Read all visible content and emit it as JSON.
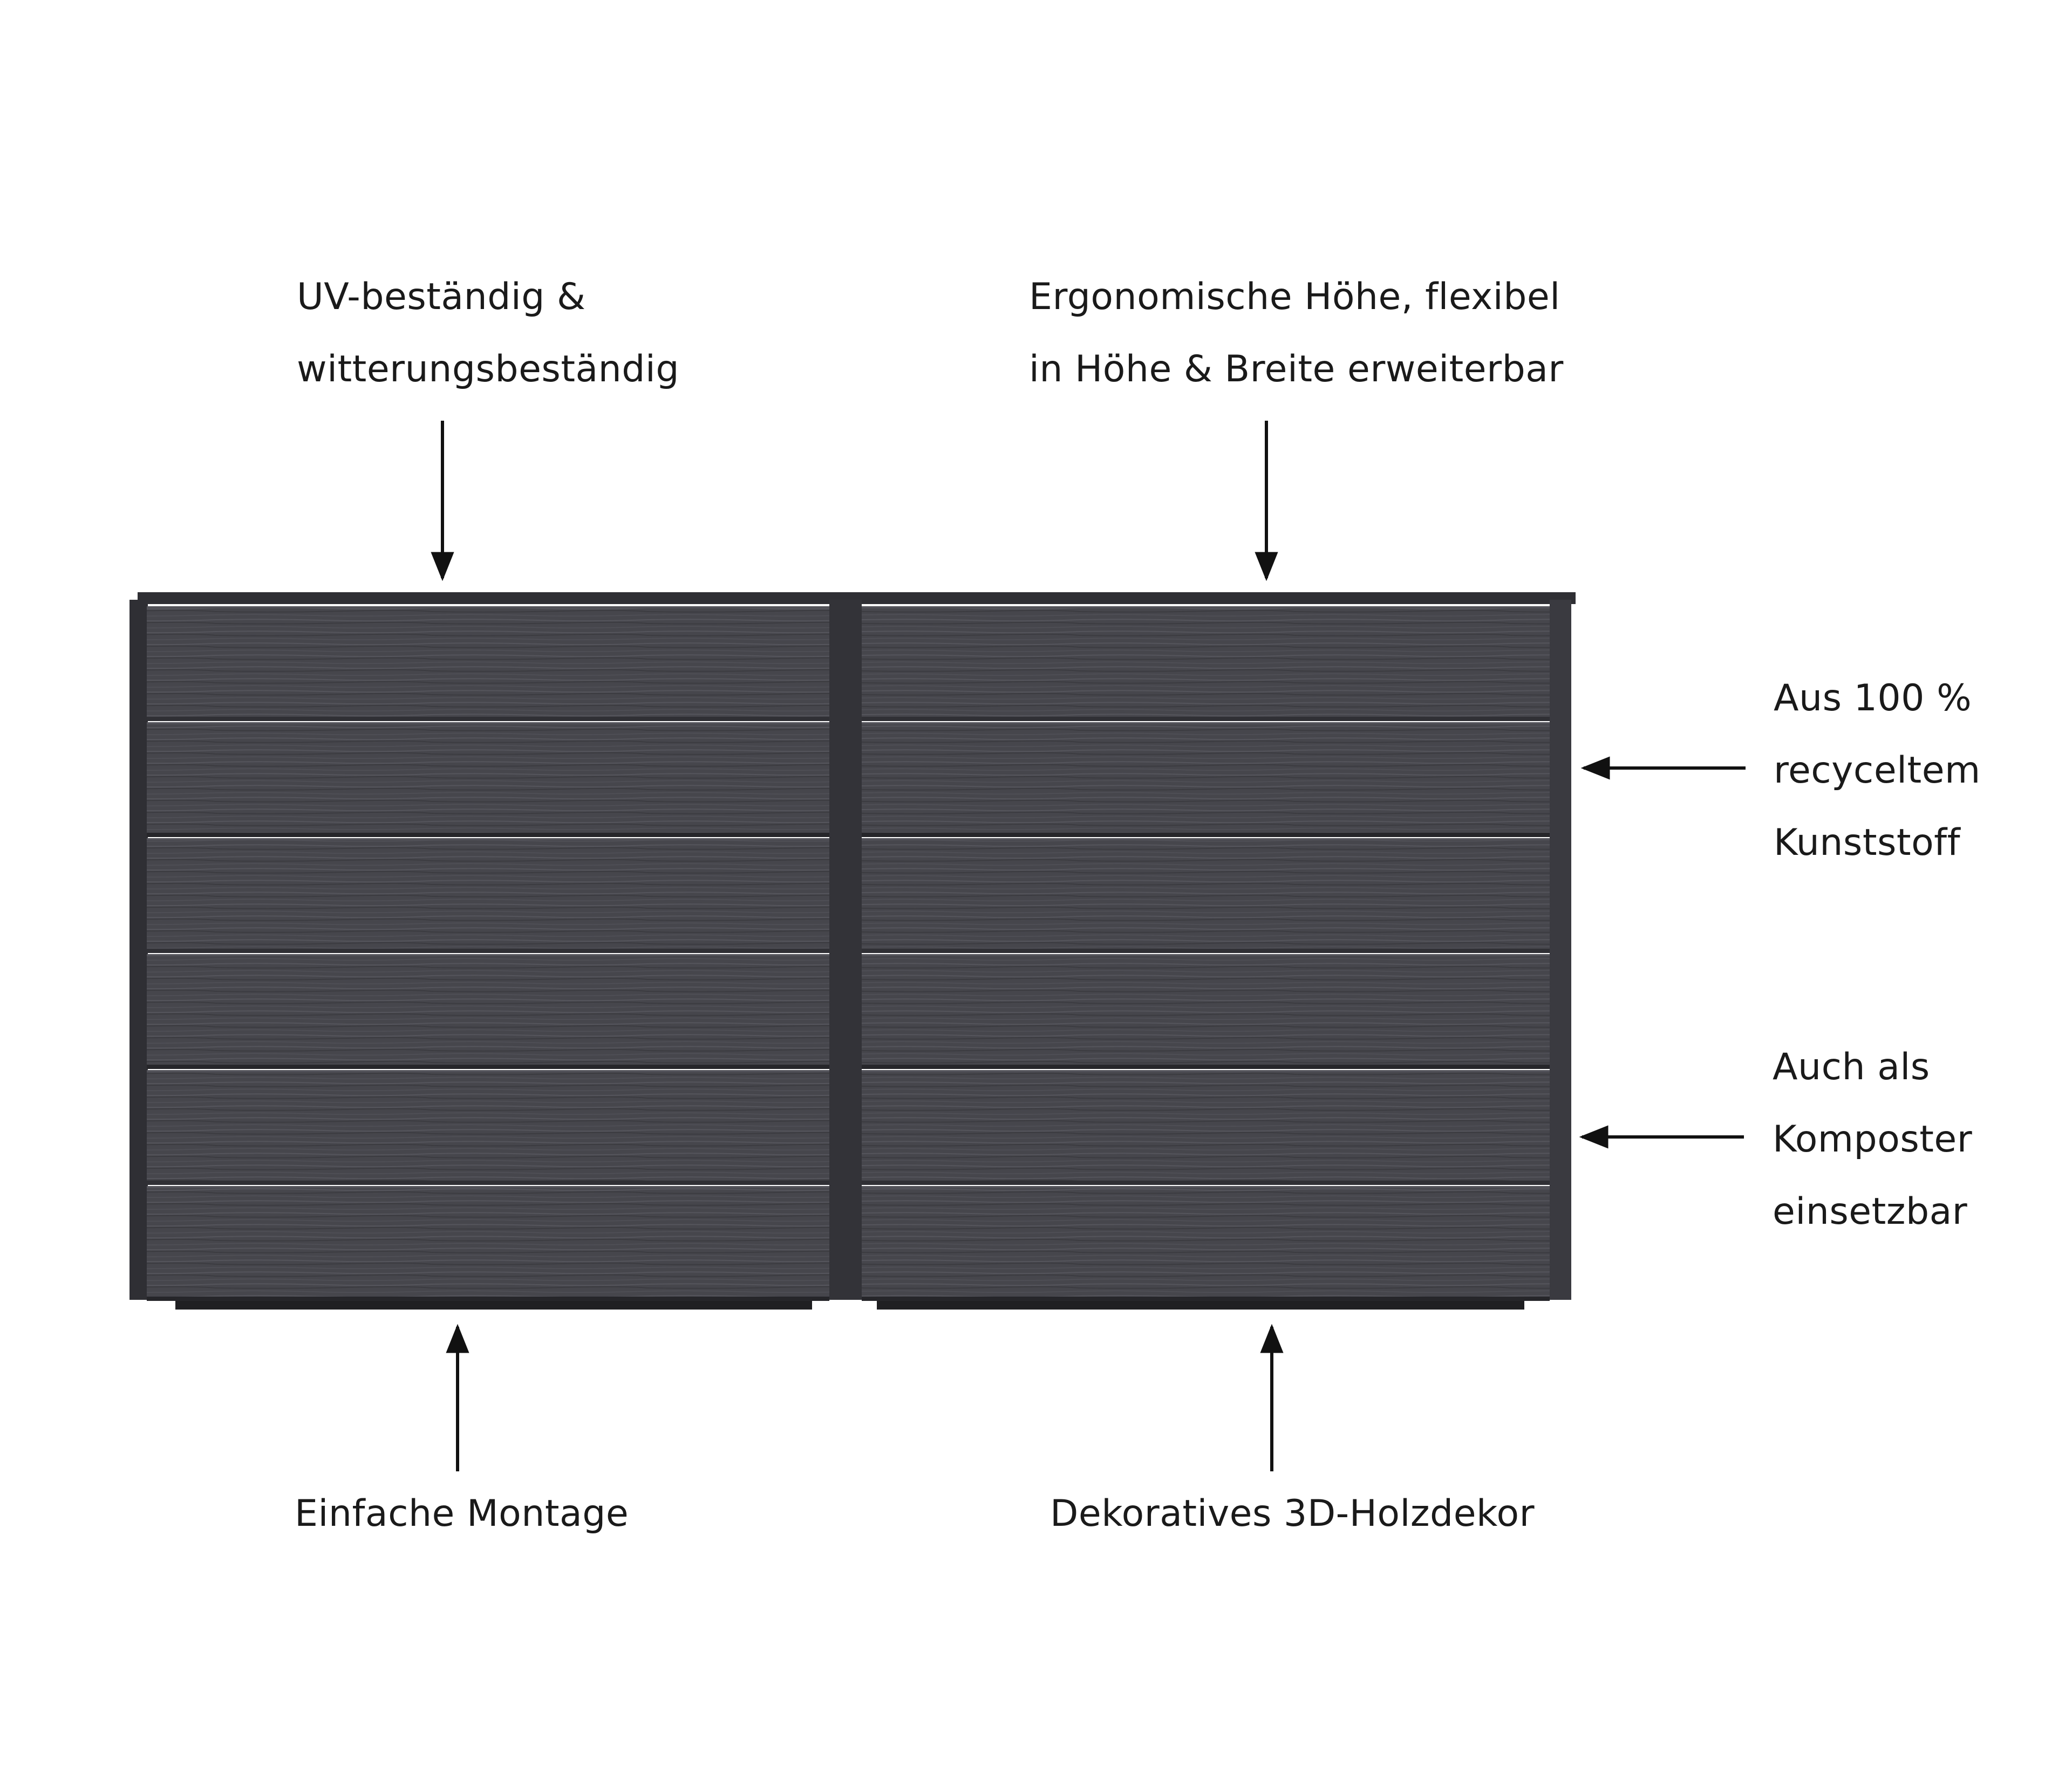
{
  "colors": {
    "background": "#ffffff",
    "text": "#1a1a1a",
    "bed_panel": "#46464c",
    "bed_panel_light": "#525259",
    "bed_seam": "#26262a",
    "bed_frame": "#2f2f34",
    "arrow": "#111111"
  },
  "image": {
    "subject": "raised-garden-bed",
    "panel_columns": 2,
    "panel_rows": 6
  },
  "annotations": {
    "top_left": {
      "lines": [
        "UV-beständig &",
        "witterungsbeständig"
      ]
    },
    "top_right": {
      "lines": [
        "Ergonomische Höhe, flexibel",
        "in Höhe & Breite erweiterbar"
      ]
    },
    "right_upper": {
      "lines": [
        "Aus 100 %",
        "recyceltem",
        "Kunststoff"
      ]
    },
    "right_lower": {
      "lines": [
        "Auch als",
        "Komposter",
        "einsetzbar"
      ]
    },
    "bottom_left": {
      "lines": [
        "Einfache Montage"
      ]
    },
    "bottom_right": {
      "lines": [
        "Dekoratives 3D-Holzdekor"
      ]
    }
  }
}
